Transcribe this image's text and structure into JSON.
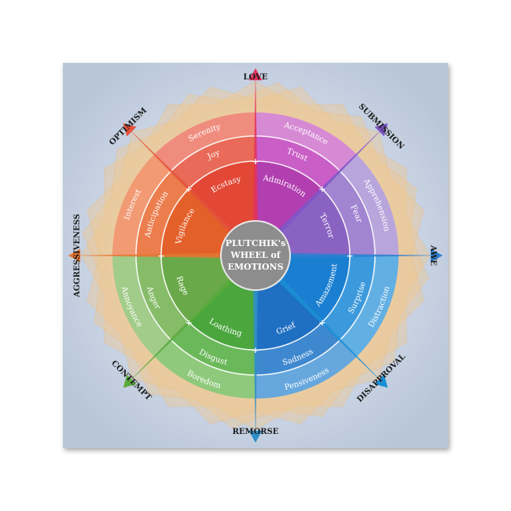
{
  "title": {
    "line1": "PLUTCHIK's",
    "line2": "WHEEL of",
    "line3": "EMOTIONS"
  },
  "dyads": [
    "LOVE",
    "SUBMISSION",
    "AWE",
    "DISAPPROVAL",
    "REMORSE",
    "CONTEMPT",
    "AGGRESSIVENESS",
    "OPTIMISM"
  ],
  "emotions": [
    {
      "intense": "Admiration",
      "basic": "Trust",
      "mild": "Acceptance",
      "color": "#b23fb0",
      "mid": "#c95ec6",
      "light": "#d68ad4"
    },
    {
      "intense": "Terror",
      "basic": "Fear",
      "mild": "Apprehension",
      "color": "#8a63c2",
      "mid": "#a285d1",
      "light": "#b8a5dc"
    },
    {
      "intense": "Amazement",
      "basic": "Surprise",
      "mild": "Distraction",
      "color": "#1a7fd1",
      "mid": "#3c99dc",
      "light": "#62afe3"
    },
    {
      "intense": "Grief",
      "basic": "Sadness",
      "mild": "Pensiveness",
      "color": "#1f6fc2",
      "mid": "#3e88cf",
      "light": "#66a7dd"
    },
    {
      "intense": "Loathing",
      "basic": "Disgust",
      "mild": "Boredom",
      "color": "#4aa63d",
      "mid": "#6bb85b",
      "light": "#8fc97c"
    },
    {
      "intense": "Rage",
      "basic": "Anger",
      "mild": "Annoyance",
      "color": "#6aa94a",
      "mid": "#86bb68",
      "light": "#a2cc8a"
    },
    {
      "intense": "Vigilance",
      "basic": "Anticipation",
      "mild": "Interest",
      "color": "#e4602a",
      "mid": "#ec7d4d",
      "light": "#f19a74"
    },
    {
      "intense": "Ecstasy",
      "basic": "Joy",
      "mild": "Serenity",
      "color": "#e24835",
      "mid": "#e96a58",
      "light": "#ef8c7e"
    }
  ],
  "colors": {
    "background": "#c9d3e2",
    "halo": "#f1c98e",
    "center": "#8a8a8a"
  }
}
